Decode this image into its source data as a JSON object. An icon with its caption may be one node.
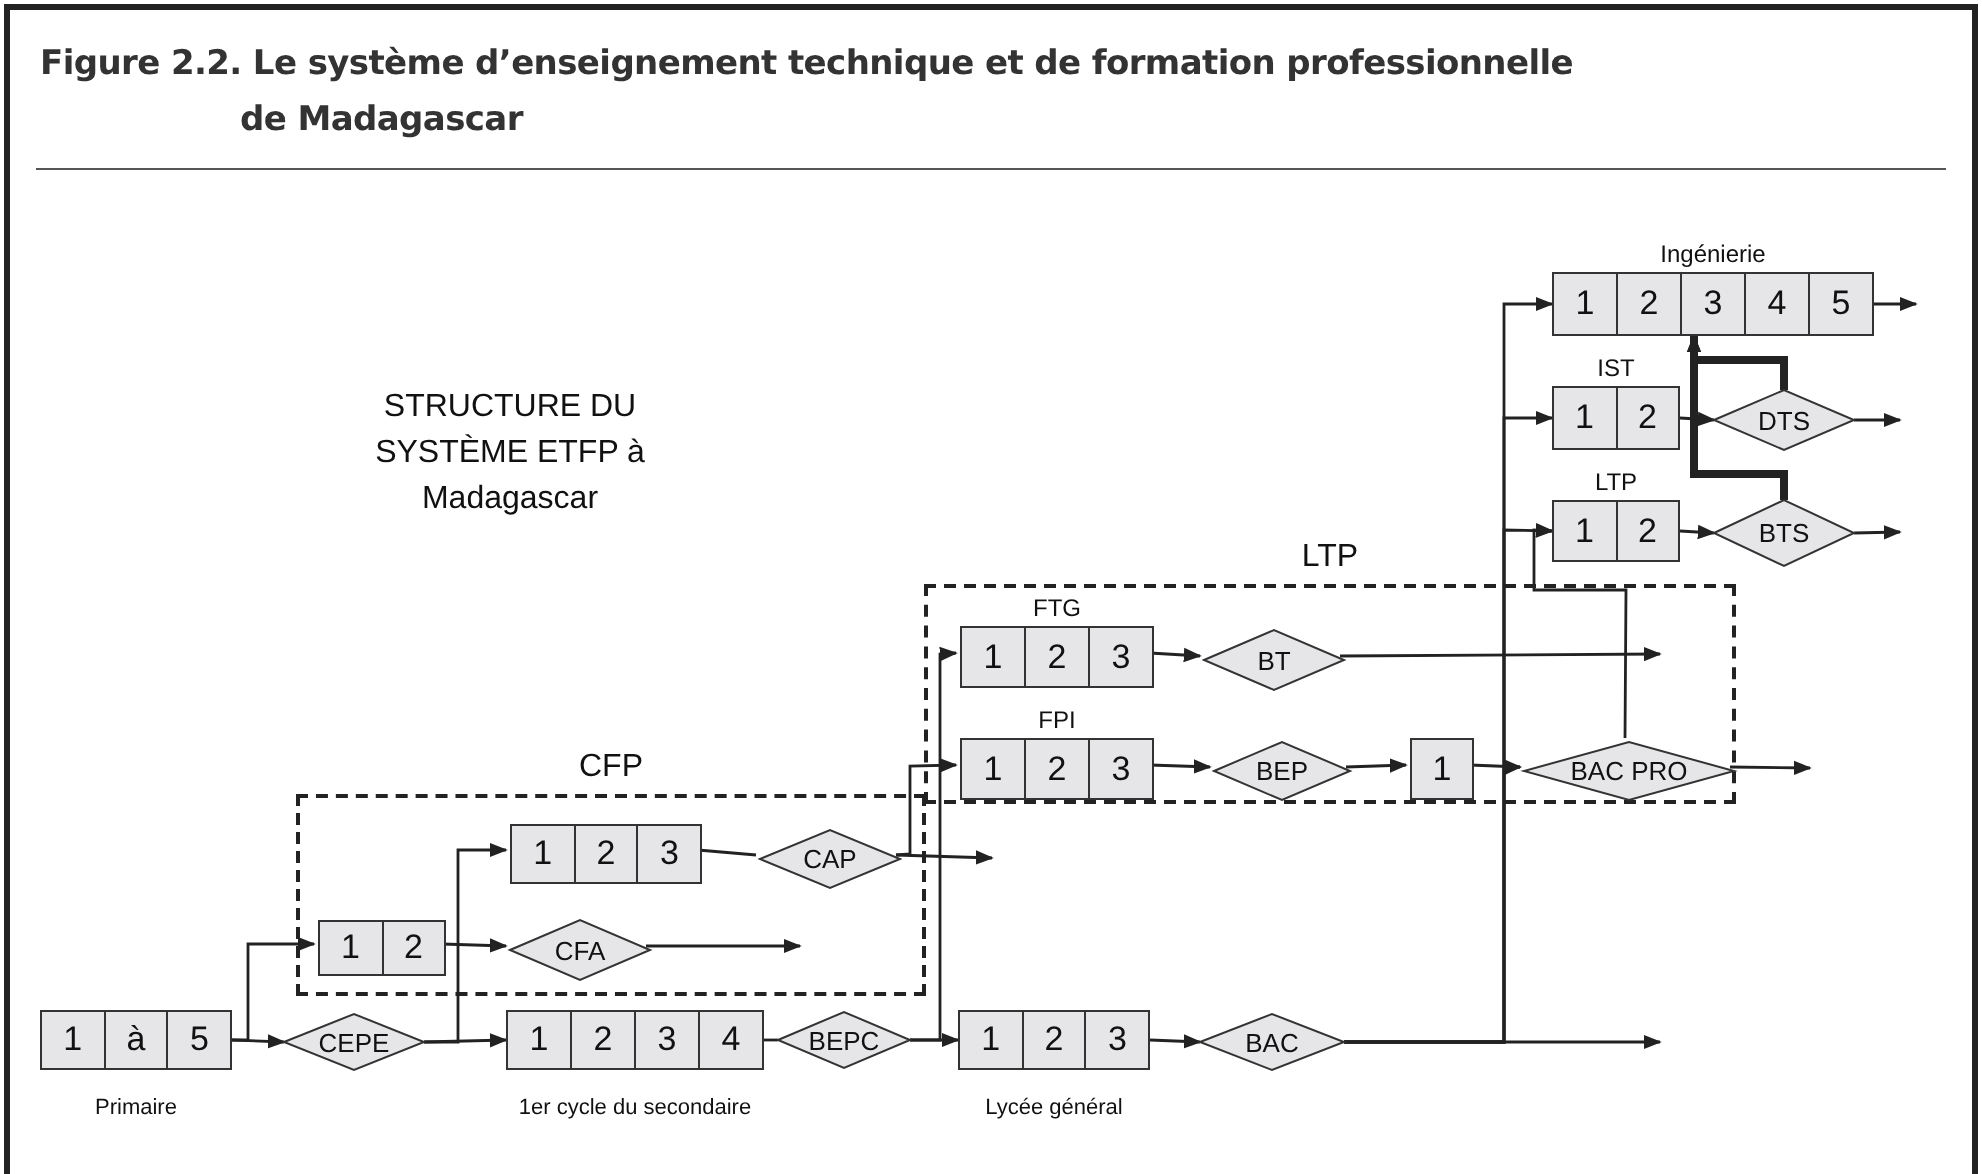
{
  "diagram": {
    "title": "Figure 2.2. Le système d’enseignement technique et de formation professionnelle de Madagascar",
    "nodes": [
      {
        "text": [
          "1",
          "2",
          "3",
          "4",
          "5"
        ],
        "beside": [
          "Ingénierie"
        ]
      },
      {
        "text": [
          "1",
          "2"
        ],
        "beside": [
          "IST"
        ]
      },
      {
        "text": [
          "DTS"
        ]
      },
      {
        "text": [
          "1",
          "2"
        ],
        "beside": [
          "LTP"
        ]
      },
      {
        "text": [
          "BTS"
        ]
      },
      {
        "text": [
          "LTP"
        ]
      },
      {
        "text": [
          "1",
          "2",
          "3"
        ],
        "beside": [
          "FTG"
        ],
        "in": 5
      },
      {
        "text": [
          "BT"
        ],
        "in": 5
      },
      {
        "text": [
          "1",
          "2",
          "3"
        ],
        "beside": [
          "FPI"
        ],
        "in": 5
      },
      {
        "text": [
          "BEP"
        ],
        "in": 5
      },
      {
        "text": [
          "1"
        ],
        "in": 5
      },
      {
        "text": [
          "BAC PRO"
        ],
        "in": 5
      },
      {
        "text": [
          "CFP"
        ]
      },
      {
        "text": [
          "1",
          "2",
          "3"
        ],
        "in": 12
      },
      {
        "text": [
          "CAP"
        ],
        "in": 12
      },
      {
        "text": [
          "1",
          "2"
        ],
        "in": 12
      },
      {
        "text": [
          "CFA"
        ],
        "in": 12
      },
      {
        "text": [
          "1",
          "à",
          "5"
        ],
        "beside": [
          "Primaire"
        ]
      },
      {
        "text": [
          "CEPE"
        ]
      },
      {
        "text": [
          "1",
          "2",
          "3",
          "4"
        ],
        "beside": [
          "1er cycle du secondaire"
        ]
      },
      {
        "text": [
          "BEPC"
        ]
      },
      {
        "text": [
          "1",
          "2",
          "3"
        ],
        "beside": [
          "Lycée général"
        ]
      },
      {
        "text": [
          "BAC"
        ]
      }
    ],
    "edges": [
      {
        "from": 17,
        "to": 18,
        "arrow": "to"
      },
      {
        "from": 18,
        "to": 19,
        "arrow": "to"
      },
      {
        "from": 17,
        "to": 15,
        "arrow": "to"
      },
      {
        "from": 18,
        "to": 13,
        "arrow": "to"
      },
      {
        "from": 15,
        "to": 16,
        "arrow": "to"
      },
      {
        "from": 16,
        "to": null,
        "arrow": "to"
      },
      {
        "from": 13,
        "to": 14,
        "arrow": "none"
      },
      {
        "from": 14,
        "to": null,
        "arrow": "to"
      },
      {
        "from": 14,
        "to": 8,
        "arrow": "to"
      },
      {
        "from": 20,
        "to": 6,
        "arrow": "to"
      },
      {
        "from": 19,
        "to": 20,
        "arrow": "none"
      },
      {
        "from": 20,
        "to": 21,
        "arrow": "to"
      },
      {
        "from": 21,
        "to": 22,
        "arrow": "to"
      },
      {
        "from": 22,
        "to": null,
        "arrow": "to"
      },
      {
        "from": 22,
        "to": 0,
        "arrow": "to"
      },
      {
        "from": 22,
        "to": 1,
        "arrow": "to"
      },
      {
        "from": 22,
        "to": 3,
        "arrow": "to"
      },
      {
        "from": 22,
        "to": 11,
        "arrow": "to"
      },
      {
        "from": 6,
        "to": 7,
        "arrow": "to"
      },
      {
        "from": 7,
        "to": null,
        "arrow": "to"
      },
      {
        "from": 8,
        "to": 9,
        "arrow": "to"
      },
      {
        "from": 9,
        "to": 10,
        "arrow": "to"
      },
      {
        "from": 10,
        "to": 11,
        "arrow": "to"
      },
      {
        "from": 11,
        "to": null,
        "arrow": "to"
      },
      {
        "from": 11,
        "to": 3,
        "arrow": "to"
      },
      {
        "from": 1,
        "to": 2,
        "arrow": "to"
      },
      {
        "from": 3,
        "to": 4,
        "arrow": "to"
      },
      {
        "from": 2,
        "to": null,
        "arrow": "to"
      },
      {
        "from": 4,
        "to": null,
        "arrow": "to"
      },
      {
        "from": 0,
        "to": null,
        "arrow": "to"
      },
      {
        "from": 2,
        "to": 0,
        "arrow": "to",
        "style": "thick"
      },
      {
        "from": 4,
        "to": 0,
        "arrow": "to",
        "style": "thick"
      }
    ],
    "labels": [
      "STRUCTURE DU SYSTÈME ETFP à Madagascar"
    ]
  }
}
